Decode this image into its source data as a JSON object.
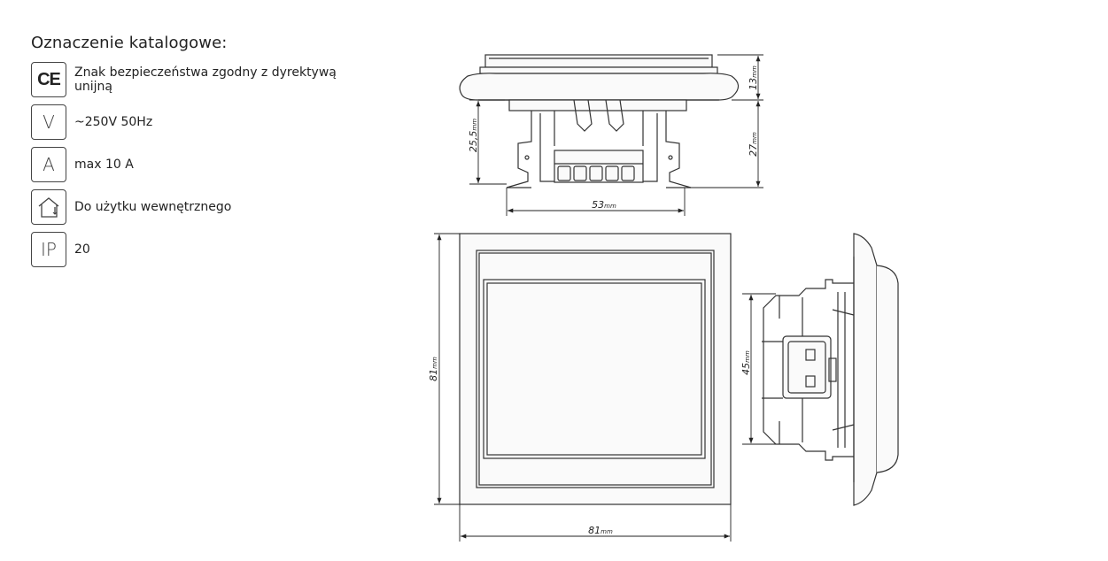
{
  "catalog": {
    "title": "Oznaczenie katalogowe:",
    "items": [
      {
        "icon": "ce-mark-icon",
        "symbol": "CE",
        "text": "Znak bezpieczeństwa zgodny z dyrektywą unijną"
      },
      {
        "icon": "voltage-icon",
        "symbol": "V",
        "text": "~250V 50Hz"
      },
      {
        "icon": "ampere-icon",
        "symbol": "A",
        "text": "max 10 A"
      },
      {
        "icon": "indoor-use-icon",
        "symbol": "",
        "text": "Do użytku wewnętrznego"
      },
      {
        "icon": "ip-rating-icon",
        "symbol": "IP",
        "text": "20"
      }
    ]
  },
  "dimensions": {
    "top_height": "13",
    "mechanism_depth": "25,5",
    "total_depth": "27",
    "mechanism_width": "53",
    "frame_height": "81",
    "frame_width": "81",
    "side_height": "45",
    "unit": "mm"
  }
}
